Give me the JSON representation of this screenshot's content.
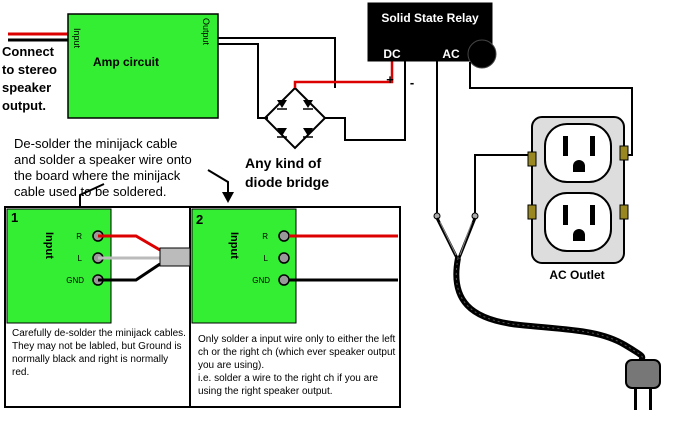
{
  "stereo_label": [
    "Connect",
    "to stereo",
    "speaker",
    "output."
  ],
  "amp": {
    "title": "Amp circuit",
    "input_label": "Input",
    "output_label": "Output"
  },
  "relay": {
    "title": "Solid State Relay",
    "dc_label": "DC",
    "ac_label": "AC",
    "plus": "+",
    "minus": "-"
  },
  "diode_label": [
    "Any kind of",
    "diode bridge"
  ],
  "instruction": [
    "De-solder the minijack cable",
    "and solder a speaker wire onto",
    "the board where the minijack",
    "cable used to be soldered."
  ],
  "outlet_label": "AC Outlet",
  "panel1": {
    "number": "1",
    "input_label": "Input",
    "pins": [
      "R",
      "L",
      "GND"
    ],
    "note": "Carefully de-solder the minijack cables. They may not be labled, but Ground is normally black and right is normally red."
  },
  "panel2": {
    "number": "2",
    "input_label": "Input",
    "pins": [
      "R",
      "L",
      "GND"
    ],
    "note": "Only solder a input wire only to either the left ch or the right ch (which ever speaker output you are using).\ni.e. solder a wire to the right ch if you are using the right speaker output."
  },
  "colors": {
    "board_green": "#33ee33",
    "wire_red": "#dd0000",
    "wire_black": "#000000",
    "wire_grey": "#bbbbbb",
    "outlet_grey": "#dddddd",
    "terminal_gold": "#998822"
  }
}
